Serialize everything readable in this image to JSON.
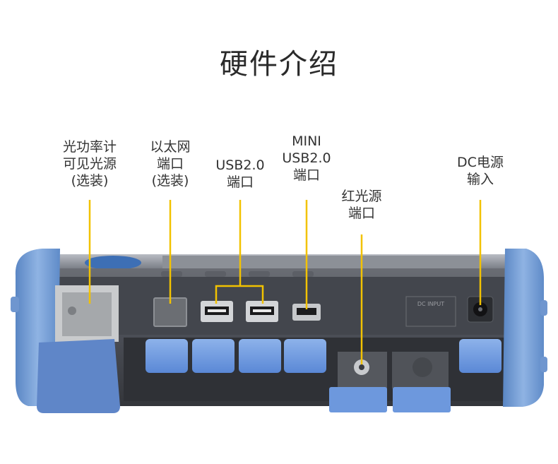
{
  "title": "硬件介绍",
  "labels": {
    "opm_vfl": [
      "光功率计",
      "可见光源",
      "(选装)"
    ],
    "ethernet": [
      "以太网",
      "端口",
      "(选装)"
    ],
    "usb": [
      "USB2.0",
      "端口"
    ],
    "mini_usb": [
      "MINI",
      "USB2.0",
      "端口"
    ],
    "red_light": [
      "红光源",
      "端口"
    ],
    "dc_power": [
      "DC电源",
      "输入"
    ]
  },
  "device_marks": {
    "dc_input": "DC INPUT"
  },
  "colors": {
    "leader": "#f2c200",
    "bumper": "#7fa6d9",
    "cap": "#6f9be0",
    "body": "#4a4d55",
    "panel": "#3a3c42"
  }
}
